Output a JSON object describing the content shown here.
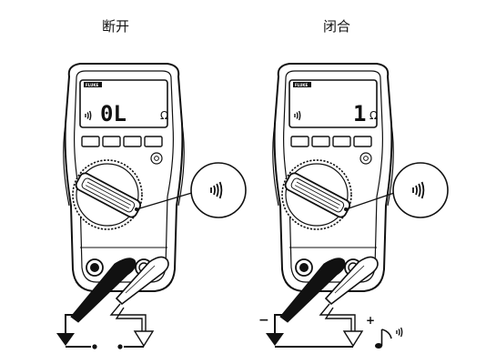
{
  "labels": {
    "open": "断开",
    "closed": "闭合"
  },
  "meters": [
    {
      "id": "open",
      "brand": "FLUKE",
      "display_value": "0L",
      "unit_symbol": "Ω",
      "beeper_icon": "sound-wave-icon"
    },
    {
      "id": "closed",
      "brand": "FLUKE",
      "display_value": "1",
      "unit_symbol": "Ω",
      "beeper_icon": "sound-wave-icon",
      "negative_sign": "−",
      "positive_sign": "+",
      "tone_icon": "music-note-icon"
    }
  ],
  "colors": {
    "ink": "#111111",
    "background": "#ffffff"
  }
}
